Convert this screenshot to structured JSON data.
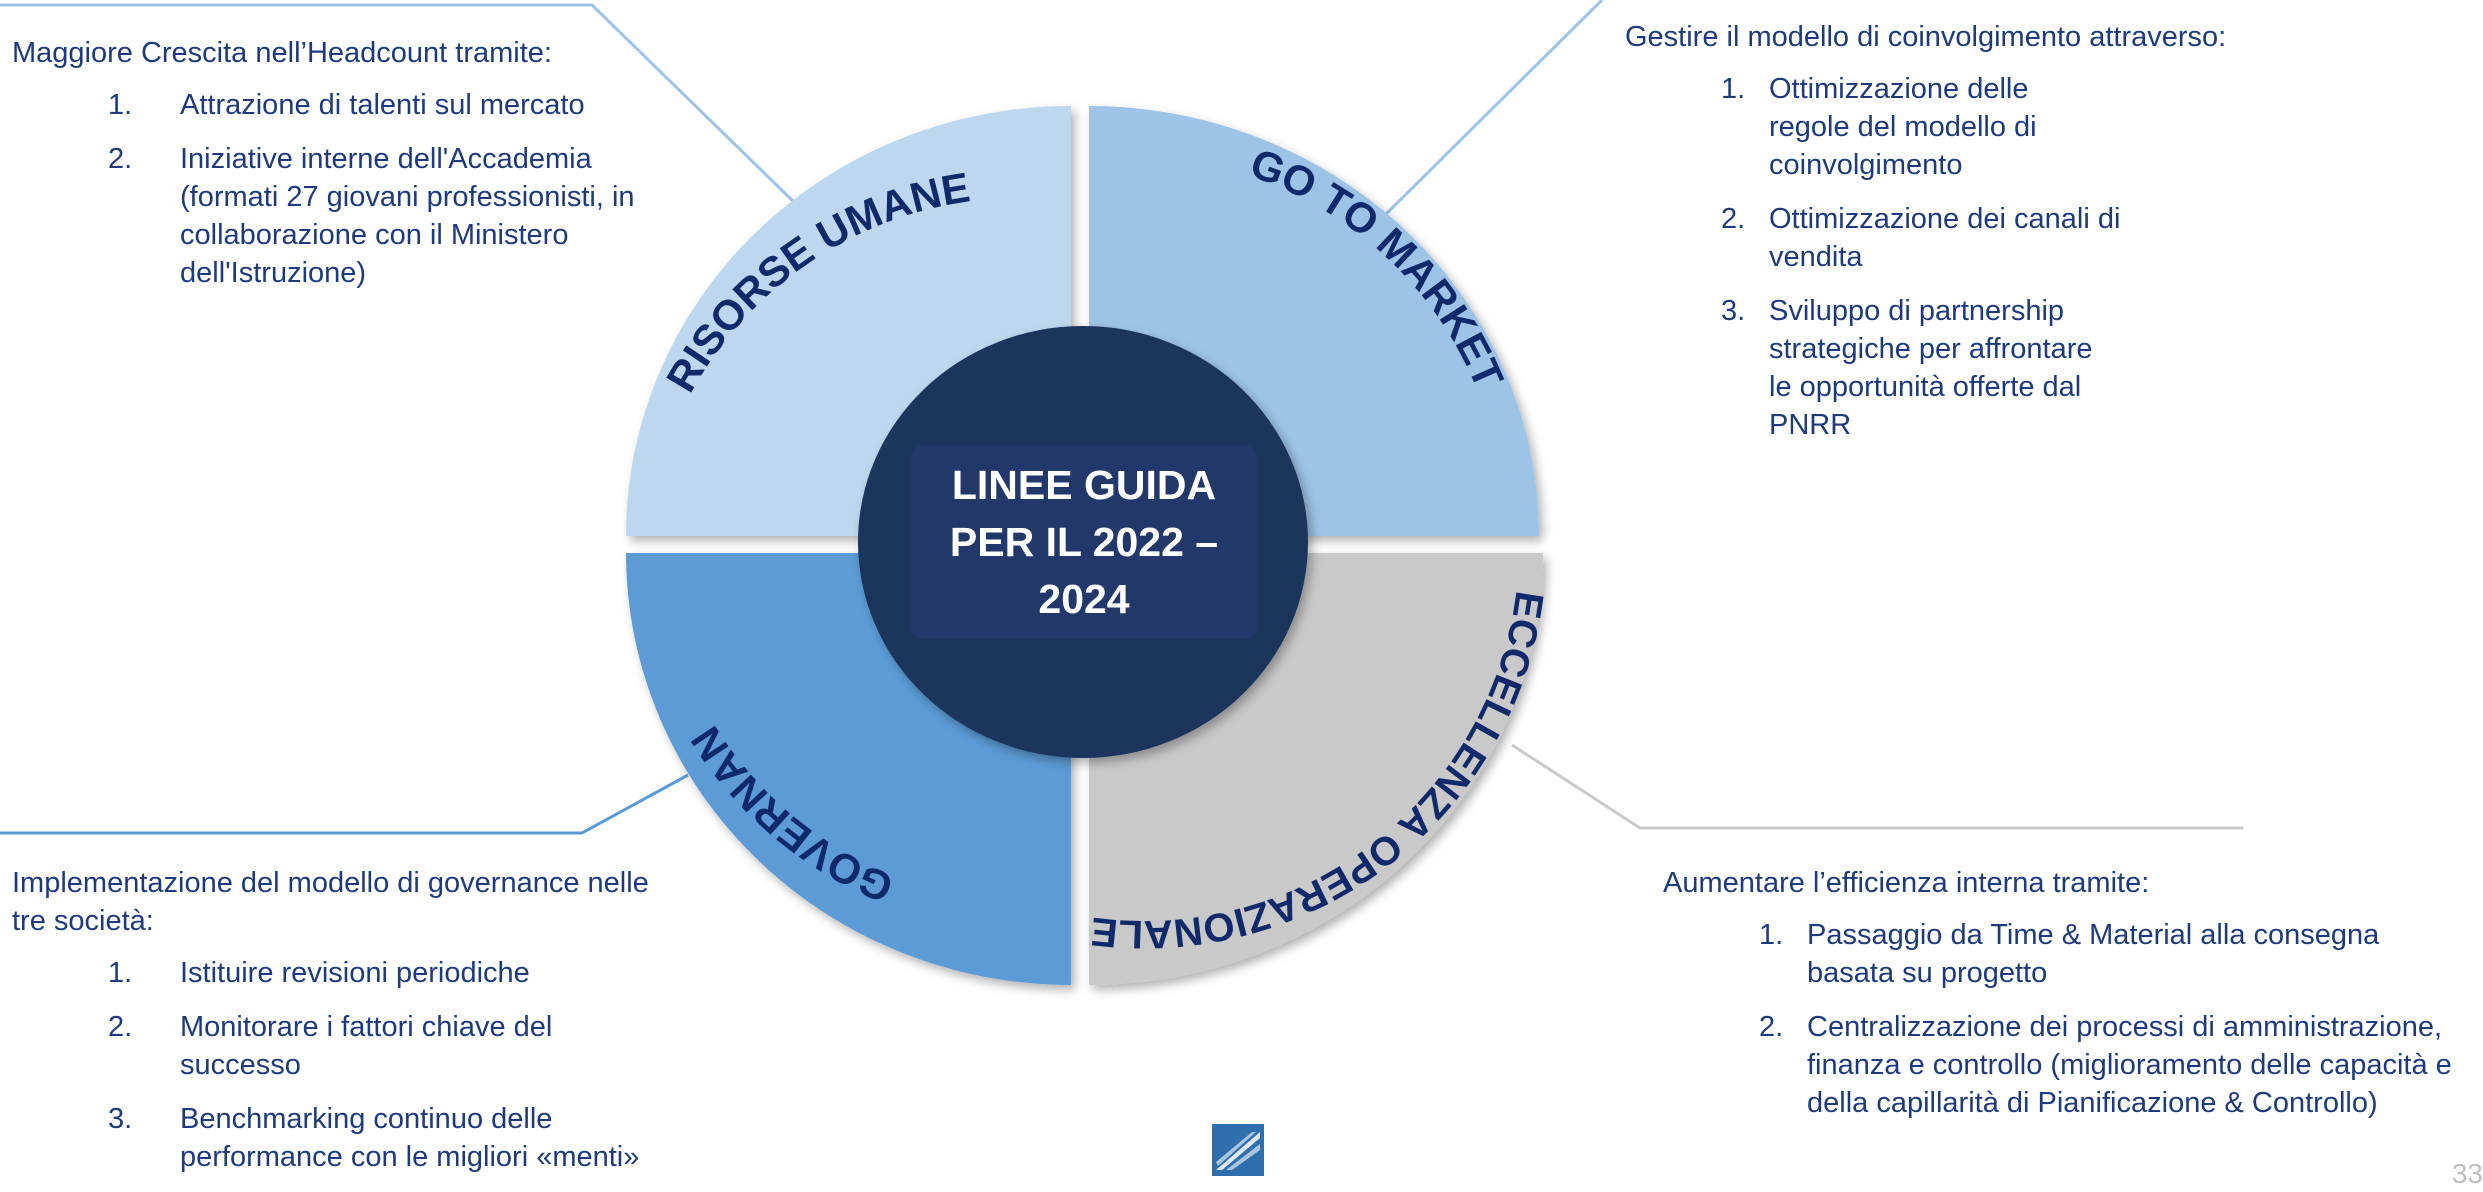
{
  "center": {
    "line1": "LINEE GUIDA",
    "line2": "PER IL 2022 –",
    "line3": "2024"
  },
  "quadrants": {
    "hr": {
      "label": "RISORSE UMANE",
      "color": "#bdd7ee"
    },
    "gtm": {
      "label": "GO TO MARKET",
      "color": "#9dc3e6"
    },
    "gov": {
      "label": "GOVERNANCE",
      "color": "#5b9bd5"
    },
    "ops": {
      "label": "ECCELLENZA OPERAZIONALE",
      "color": "#c9c9c9"
    }
  },
  "top_left": {
    "heading": "Maggiore Crescita nell’Headcount tramite:",
    "items": [
      {
        "num": "1.",
        "text": "Attrazione di talenti sul mercato"
      },
      {
        "num": "2.",
        "text": "Iniziative interne dell'Accademia (formati 27 giovani professionisti, in collaborazione con il Ministero dell'Istruzione)"
      }
    ]
  },
  "top_right": {
    "heading": "Gestire il modello di coinvolgimento attraverso:",
    "items": [
      {
        "num": "1.",
        "text": "Ottimizzazione delle regole del modello di coinvolgimento"
      },
      {
        "num": "2.",
        "text": "Ottimizzazione dei canali di vendita"
      },
      {
        "num": "3.",
        "text": "Sviluppo di partnership strategiche per affrontare le opportunità offerte dal PNRR"
      }
    ]
  },
  "bottom_left": {
    "heading": "Implementazione del modello di governance nelle tre società:",
    "items": [
      {
        "num": "1.",
        "text": "Istituire revisioni periodiche"
      },
      {
        "num": "2.",
        "text": "Monitorare i fattori chiave del successo"
      },
      {
        "num": "3.",
        "text": "Benchmarking continuo delle performance con le migliori «menti»"
      }
    ]
  },
  "bottom_right": {
    "heading": "Aumentare l’efficienza interna tramite:",
    "items": [
      {
        "num": "1.",
        "text": "Passaggio da Time & Material alla consegna basata su progetto"
      },
      {
        "num": "2.",
        "text": "Centralizzazione dei processi di amministrazione, finanza e controllo (miglioramento delle capacità e della capillarità di Pianificazione & Controllo)"
      }
    ]
  },
  "page_number": "33",
  "colors": {
    "text": "#1f3a7a",
    "center_fill": "#1b365d",
    "label": "#0f2a6b"
  }
}
